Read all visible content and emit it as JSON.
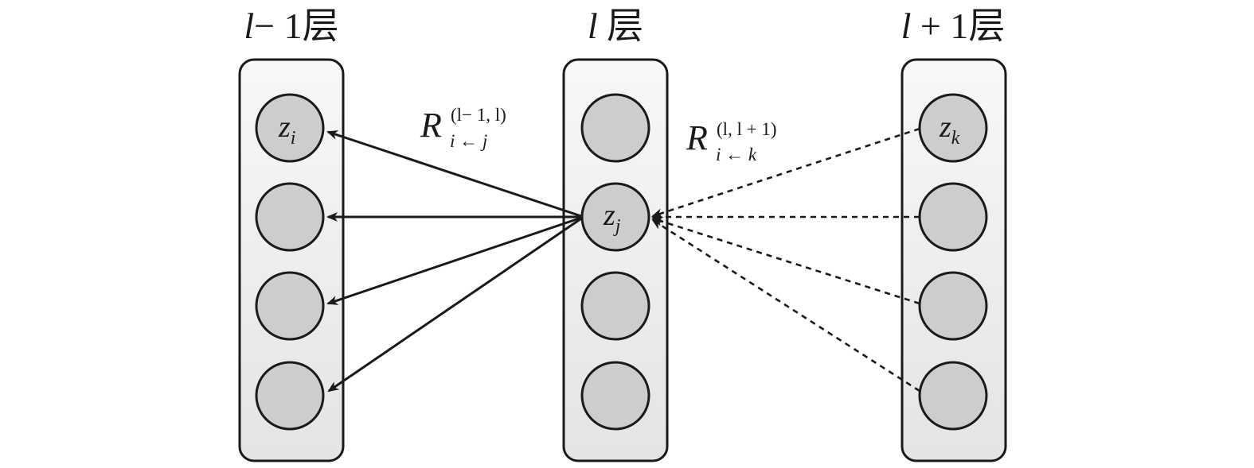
{
  "layers": [
    {
      "var": "l",
      "suffix": "− 1层"
    },
    {
      "var": "l",
      "suffix": " 层"
    },
    {
      "var": "l",
      "suffix": " + 1层"
    }
  ],
  "nodes": {
    "zi": {
      "base": "z",
      "sub": "i"
    },
    "zj": {
      "base": "z",
      "sub": "j"
    },
    "zk": {
      "base": "z",
      "sub": "k"
    }
  },
  "relevance_labels": {
    "backward_from_l": {
      "base": "R",
      "sub": "i ← j",
      "sup": "(l− 1,  l)"
    },
    "backward_from_l_plus_1": {
      "base": "R",
      "sub": "i ← k",
      "sup": "(l,  l + 1)"
    }
  },
  "colors": {
    "node_fill": "#cdcdcd",
    "stroke": "#1a1a1a",
    "box_top": "#f6f6f6",
    "box_bottom": "#e6e6e6"
  }
}
